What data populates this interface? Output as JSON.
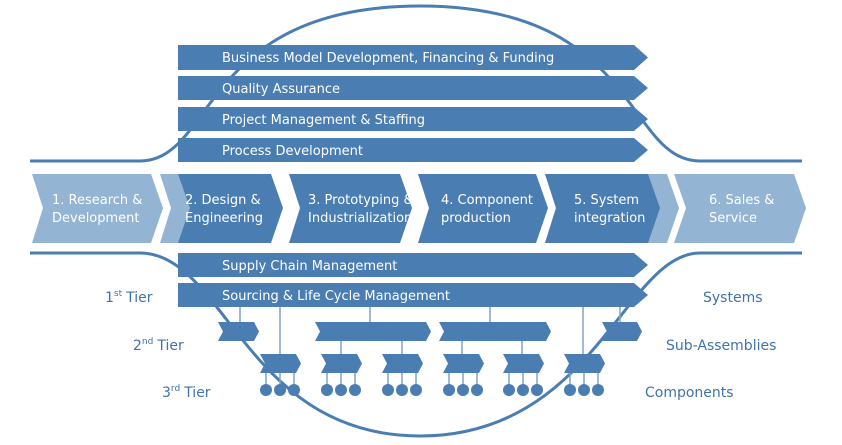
{
  "colors": {
    "dark": "#4a7db2",
    "light": "#93b4d3",
    "text_blue": "#3f73ad"
  },
  "top_bars": [
    "Business Model Development, Financing & Funding",
    "Quality Assurance",
    "Project Management & Staffing",
    "Process Development"
  ],
  "process_steps": [
    {
      "line1": "1. Research &",
      "line2": "Development"
    },
    {
      "line1": "2. Design &",
      "line2": "Engineering"
    },
    {
      "line1": "3. Prototyping &",
      "line2": "Industrialization"
    },
    {
      "line1": "4. Component",
      "line2": "production"
    },
    {
      "line1": "5. System",
      "line2": "integration"
    },
    {
      "line1": "6. Sales &",
      "line2": "Service"
    }
  ],
  "bottom_bars": [
    "Supply Chain Management",
    "Sourcing & Life Cycle Management"
  ],
  "tiers": [
    {
      "num": "1",
      "sup": "st",
      "label": "Tier",
      "level": "Systems"
    },
    {
      "num": "2",
      "sup": "nd",
      "label": "Tier",
      "level": "Sub-Assemblies"
    },
    {
      "num": "3",
      "sup": "rd",
      "label": "Tier",
      "level": "Components"
    }
  ]
}
